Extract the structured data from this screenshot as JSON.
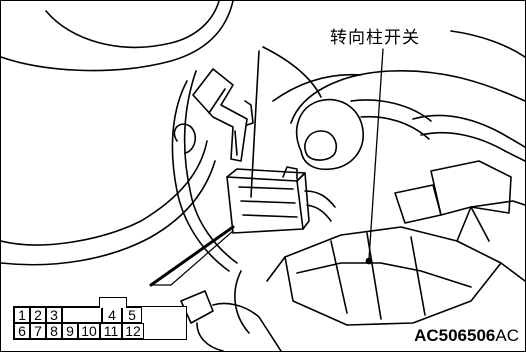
{
  "diagram": {
    "callout_label": "转向柱开关",
    "figure_code_bold": "AC506506",
    "figure_code_suffix": "AC",
    "connector_pins": [
      [
        "1",
        "2",
        "3",
        "",
        "4",
        "5"
      ],
      [
        "6",
        "7",
        "8",
        "9",
        "10",
        "11",
        "12"
      ]
    ]
  }
}
